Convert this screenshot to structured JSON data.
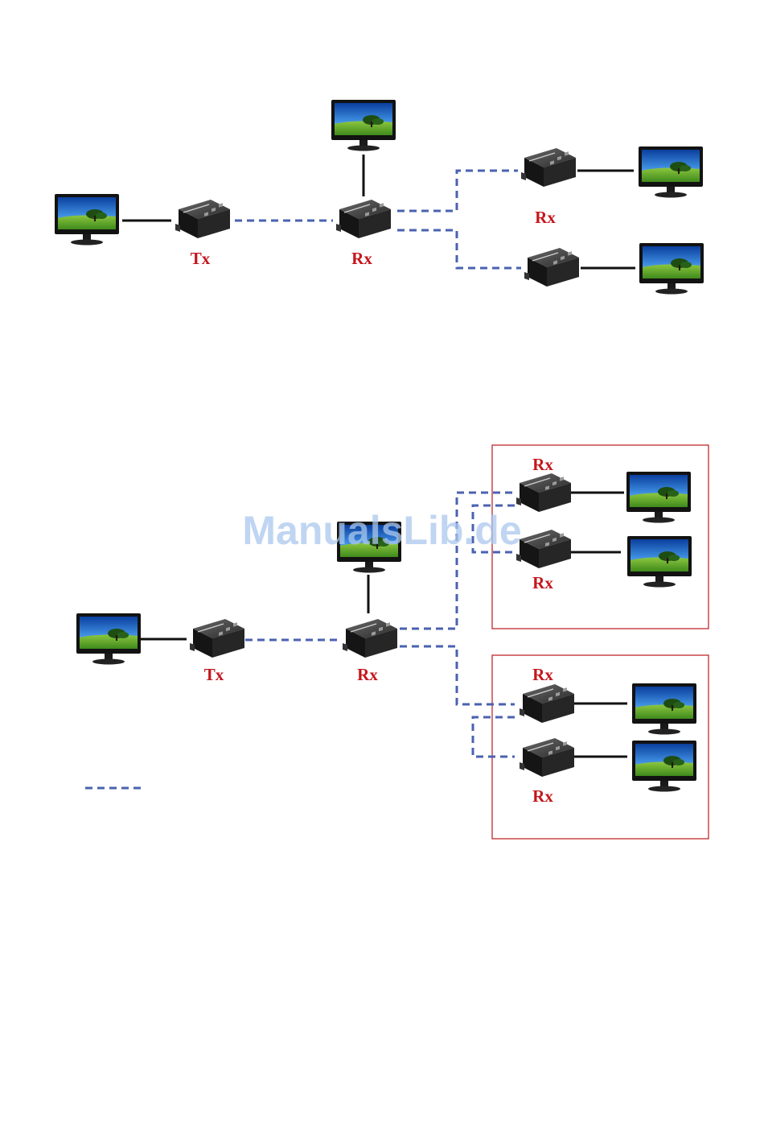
{
  "diagram1": {
    "tx_label": "Tx",
    "rx_main_label": "Rx",
    "rx_branch_label": "Rx"
  },
  "diagram2": {
    "tx_label": "Tx",
    "rx_main_label": "Rx",
    "group1": {
      "rx_top_label": "Rx",
      "rx_bottom_label": "Rx"
    },
    "group2": {
      "rx_top_label": "Rx",
      "rx_bottom_label": "Rx"
    }
  },
  "watermark": "ManualsLib.de",
  "colors": {
    "label": "#c4161c",
    "dashed_link": "#4a62b0",
    "solid_link": "#111111",
    "group_box": "#c0282d"
  },
  "icons": {
    "display": "monitor-icon",
    "extender_box": "extender-unit-icon"
  }
}
